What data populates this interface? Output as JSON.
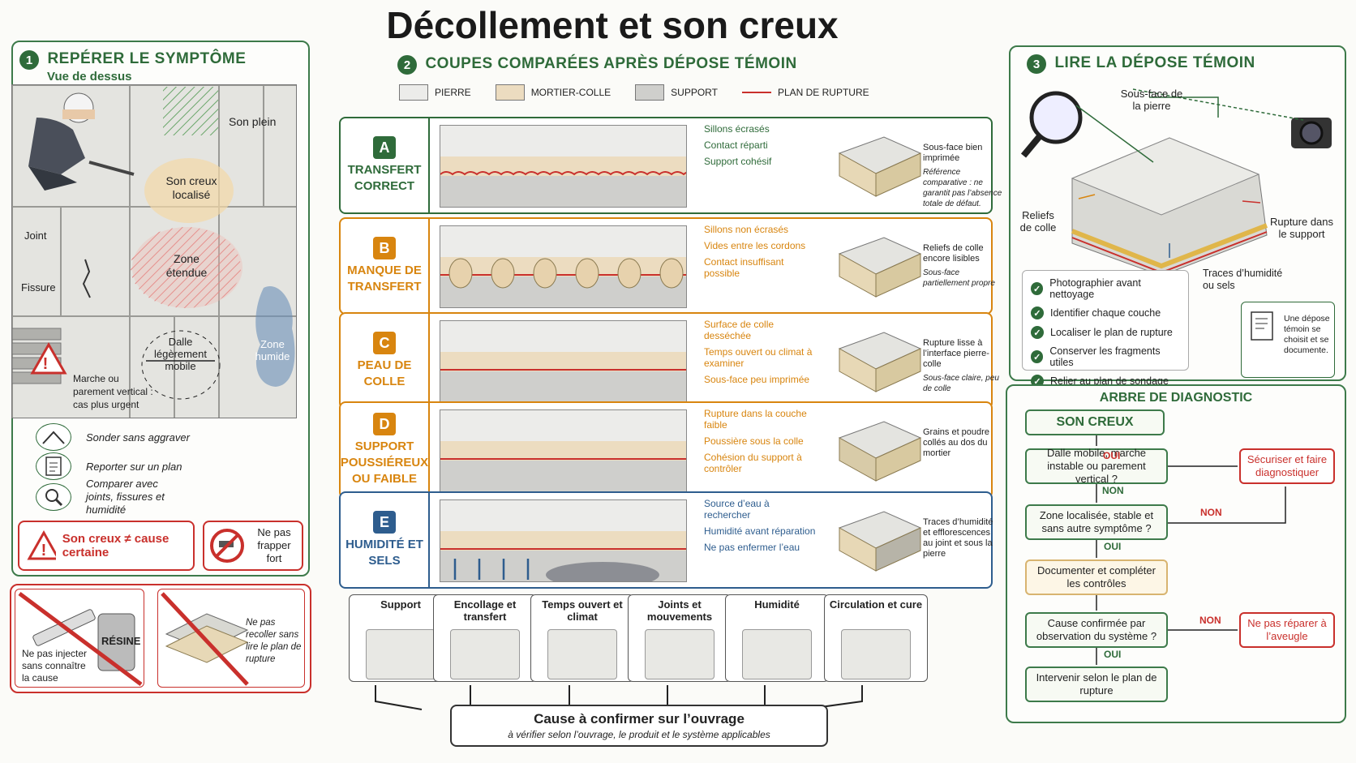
{
  "title": "Décollement et son creux",
  "s1": {
    "num": "1",
    "title": "REPÉRER LE SYMPTÔME",
    "subtitle": "Vue de dessus",
    "son_plein": "Son plein",
    "son_creux": "Son creux localisé",
    "zone_etendue": "Zone étendue",
    "joint": "Joint",
    "fissure": "Fissure",
    "dalle_mobile": "Dalle légèrement mobile",
    "zone_humide": "Zone humide",
    "marche": "Marche ou parement vertical : cas plus urgent",
    "tips": [
      "Sonder sans aggraver",
      "Reporter sur un plan",
      "Comparer avec joints, fissures et humidité"
    ],
    "warn1": "Son creux ≠ cause certaine",
    "warn2": "Ne pas frapper fort",
    "dont1": "Ne pas injecter sans connaître la cause",
    "resine": "RÉSINE",
    "dont2": "Ne pas recoller sans lire le plan de rupture"
  },
  "s2": {
    "num": "2",
    "title": "COUPES COMPARÉES APRÈS DÉPOSE TÉMOIN",
    "legend": [
      "PIERRE",
      "MORTIER-COLLE",
      "SUPPORT",
      "PLAN DE RUPTURE"
    ],
    "rows": [
      {
        "letter": "A",
        "label": "TRANSFERT CORRECT",
        "color": "#2f6b3a",
        "notes": [
          "Sillons écrasés",
          "Contact réparti",
          "Support cohésif"
        ],
        "sq": "Sous-face bien imprimée",
        "sq2": "Référence comparative : ne garantit pas l’absence totale de défaut."
      },
      {
        "letter": "B",
        "label": "MANQUE DE TRANSFERT",
        "color": "#d8850f",
        "notes": [
          "Sillons non écrasés",
          "Vides entre les cordons",
          "Contact insuffisant possible"
        ],
        "sq": "Reliefs de colle encore lisibles",
        "sq2": "Sous-face partiellement propre"
      },
      {
        "letter": "C",
        "label": "PEAU DE COLLE",
        "color": "#d8850f",
        "notes": [
          "Surface de colle desséchée",
          "Temps ouvert ou climat à examiner",
          "Sous-face peu imprimée"
        ],
        "sq": "Rupture lisse à l’interface pierre-colle",
        "sq2": "Sous-face claire, peu de colle"
      },
      {
        "letter": "D",
        "label": "SUPPORT POUSSIÉREUX OU FAIBLE",
        "color": "#d8850f",
        "notes": [
          "Rupture dans la couche faible",
          "Poussière sous la colle",
          "Cohésion du support à contrôler"
        ],
        "sq": "Grains et poudre collés au dos du mortier",
        "sq2": ""
      },
      {
        "letter": "E",
        "label": "HUMIDITÉ ET SELS",
        "color": "#2e5d8e",
        "notes": [
          "Source d’eau à rechercher",
          "Humidité avant réparation",
          "Ne pas enfermer l’eau"
        ],
        "sq": "Traces d’humidité et efflorescences au joint et sous la pierre",
        "sq2": ""
      }
    ],
    "factors": [
      "Support",
      "Encollage et transfert",
      "Temps ouvert et climat",
      "Joints et mouvements",
      "Humidité",
      "Circulation et cure"
    ],
    "cause": "Cause à confirmer sur l’ouvrage",
    "cause_sub": "à vérifier selon l’ouvrage, le produit et le système applicables"
  },
  "s3": {
    "num": "3",
    "title": "LIRE LA DÉPOSE TÉMOIN",
    "sousface": "Sous-face de la pierre",
    "reliefs": "Reliefs de colle",
    "rupture": "Rupture dans le support",
    "traces": "Traces d’humidité ou sels",
    "checks": [
      "Photographier avant nettoyage",
      "Identifier chaque couche",
      "Localiser le plan de rupture",
      "Conserver les fragments utiles",
      "Relier au plan de sondage"
    ],
    "note": "Une dépose témoin se choisit et se documente."
  },
  "tree": {
    "title": "ARBRE DE DIAGNOSTIC",
    "root": "SON CREUX",
    "q1": "Dalle mobile, marche instable ou parement vertical ?",
    "r1": "Sécuriser et faire diagnostiquer",
    "q2": "Zone localisée, stable et sans autre symptôme ?",
    "a2": "Documenter et compléter les contrôles",
    "q3": "Cause confirmée par observation du système ?",
    "r3": "Ne pas réparer à l’aveugle",
    "a3": "Intervenir selon le plan de rupture",
    "oui": "OUI",
    "non": "NON"
  },
  "colors": {
    "green": "#2f6b3a",
    "orange": "#d8850f",
    "blue": "#2e5d8e",
    "red": "#c9302c"
  }
}
